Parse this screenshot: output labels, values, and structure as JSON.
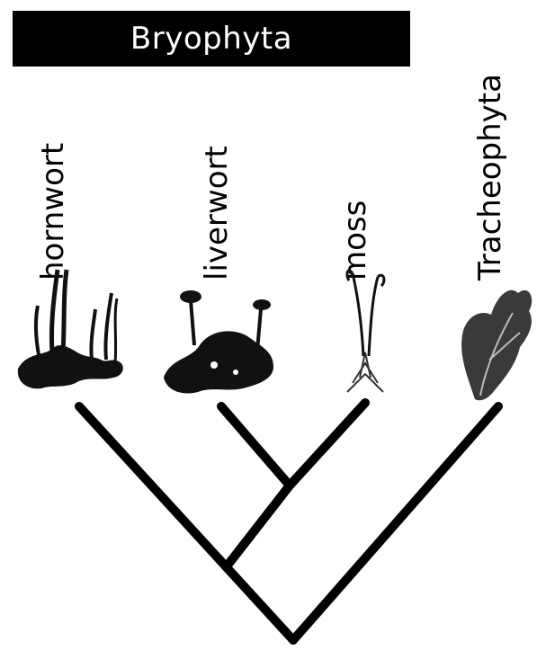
{
  "group_bar": {
    "label": "Bryophyta",
    "color": "#000000",
    "text_color": "#ffffff"
  },
  "taxa": [
    {
      "id": "hornwort",
      "label": "hornwort",
      "illustration": "hornwort-plant-icon"
    },
    {
      "id": "liverwort",
      "label": "liverwort",
      "illustration": "liverwort-plant-icon"
    },
    {
      "id": "moss",
      "label": "moss",
      "illustration": "moss-plant-icon"
    },
    {
      "id": "tracheophyta",
      "label": "Tracheophyta",
      "illustration": "tracheophyte-plant-icon"
    }
  ],
  "tree": {
    "topology": "((hornwort,(liverwort,moss)),Tracheophyta)",
    "line_color": "#000000"
  }
}
